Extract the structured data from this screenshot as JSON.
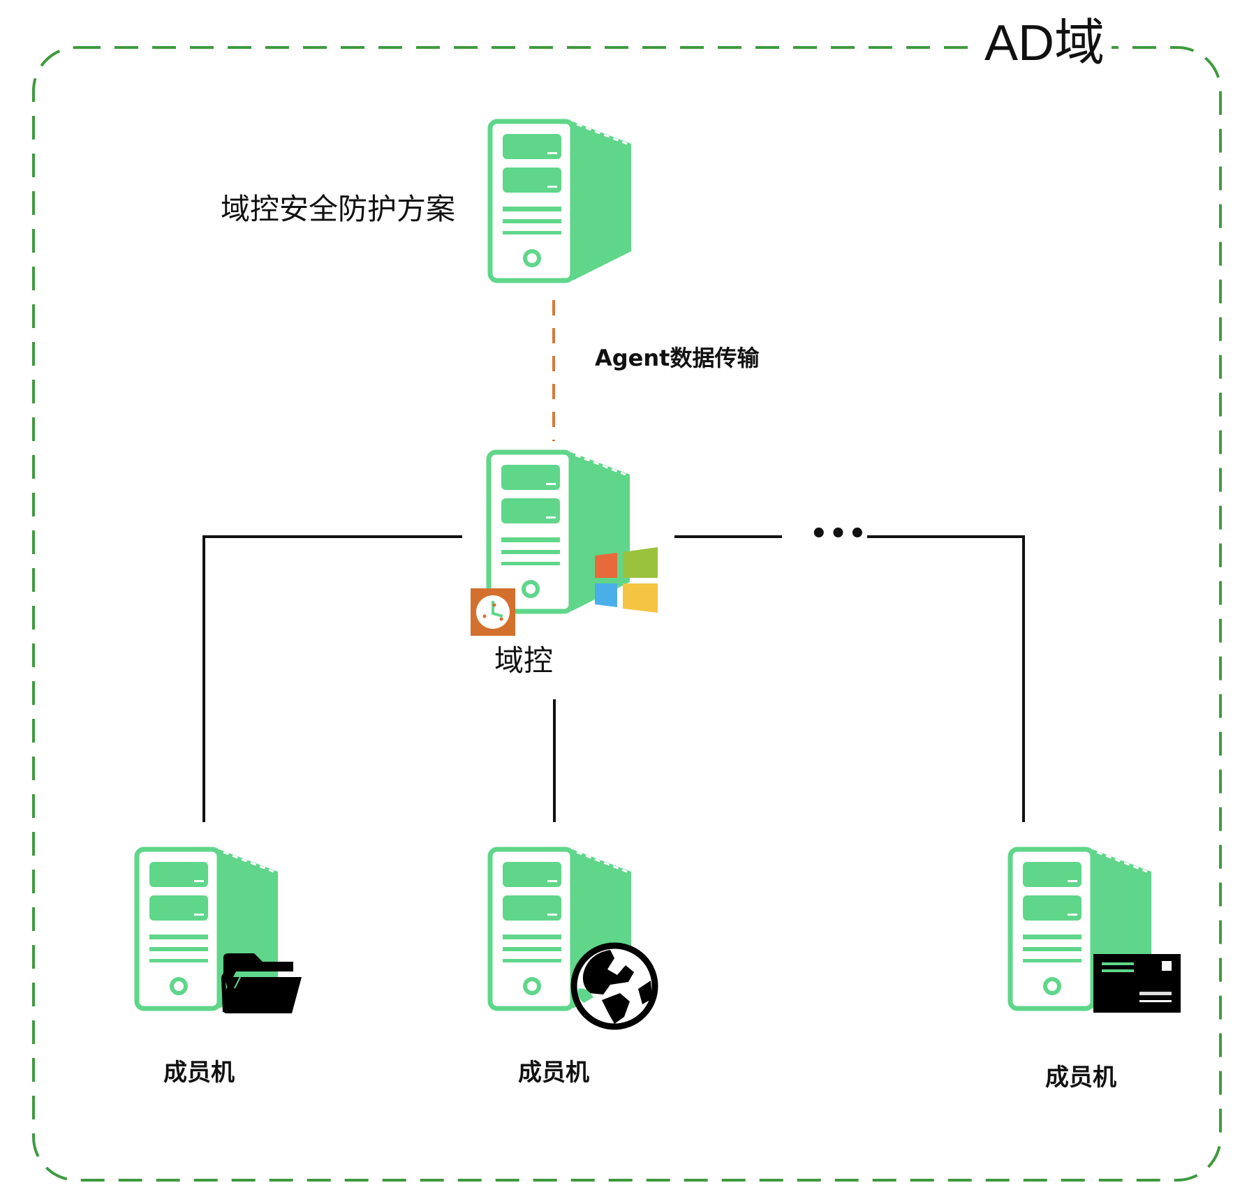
{
  "diagram": {
    "domain_title": "AD域",
    "solution_label": "域控安全防护方案",
    "link_label": "Agent数据传输",
    "dc_label": "域控",
    "more_indicator": "•••",
    "members": [
      {
        "label": "成员机",
        "badge": "folder-icon"
      },
      {
        "label": "成员机",
        "badge": "globe-icon"
      },
      {
        "label": "成员机",
        "badge": "mail-card-icon"
      }
    ],
    "dc_badges": [
      "windows-logo-icon",
      "clock-agent-icon"
    ]
  },
  "colors": {
    "server_green": "#5fd68a",
    "domain_border": "#3f9a3f",
    "agent_link": "#d4793a",
    "connector": "#111111",
    "badge_orange": "#d4702e",
    "win_red": "#e8693c",
    "win_green": "#9bc23c",
    "win_blue": "#4aaee8",
    "win_yellow": "#f5c443"
  }
}
